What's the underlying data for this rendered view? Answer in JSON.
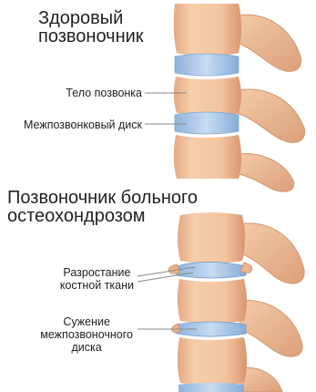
{
  "healthy": {
    "title_lines": [
      "Здоровый",
      "позвоночник"
    ],
    "labels": {
      "vertebral_body": "Тело позвонка",
      "disc": "Межпозвонковый диск"
    }
  },
  "disease": {
    "title_lines": [
      "Позвоночник больного",
      "остеохондрозом"
    ],
    "labels": {
      "bone_growth": [
        "Разростание",
        "костной ткани"
      ],
      "disc_narrowing": [
        "Сужение",
        "межпозвоночного",
        "диска"
      ]
    }
  },
  "colors": {
    "bone": "#f3c6a1",
    "bone_shadow": "#d59a74",
    "disc": "#a9c8e8",
    "disc_dark": "#7ea7d4",
    "leader_line": "#8a8a8a"
  }
}
